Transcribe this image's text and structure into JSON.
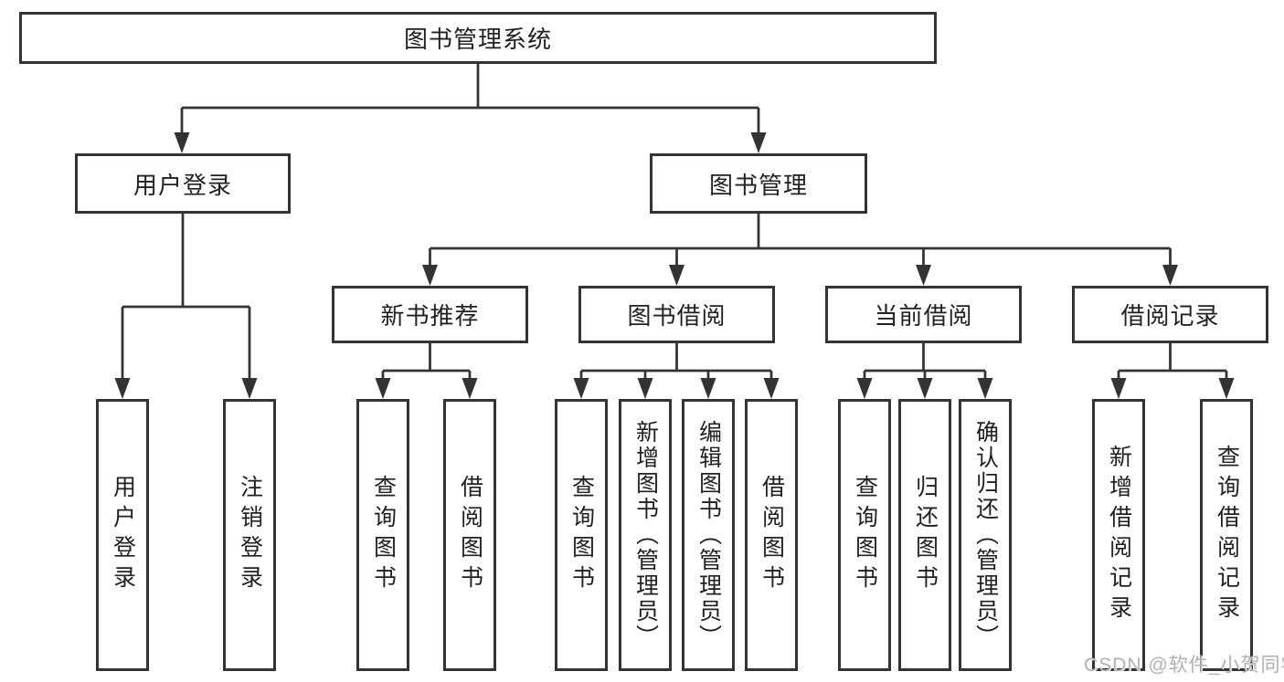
{
  "diagram_title": "图书管理系统",
  "tree": {
    "root": {
      "label": "图书管理系统",
      "children": [
        {
          "label": "用户登录",
          "children": [
            {
              "label": "用户登录"
            },
            {
              "label": "注销登录"
            }
          ]
        },
        {
          "label": "图书管理",
          "children": [
            {
              "label": "新书推荐",
              "children": [
                {
                  "label": "查询图书"
                },
                {
                  "label": "借阅图书"
                }
              ]
            },
            {
              "label": "图书借阅",
              "children": [
                {
                  "label": "查询图书"
                },
                {
                  "label": "新增图书（管理员）"
                },
                {
                  "label": "编辑图书（管理员）"
                },
                {
                  "label": "借阅图书"
                }
              ]
            },
            {
              "label": "当前借阅",
              "children": [
                {
                  "label": "查询图书"
                },
                {
                  "label": "归还图书"
                },
                {
                  "label": "确认归还（管理员）"
                }
              ]
            },
            {
              "label": "借阅记录",
              "children": [
                {
                  "label": "新增借阅记录"
                },
                {
                  "label": "查询借阅记录"
                }
              ]
            }
          ]
        }
      ]
    }
  },
  "watermark": {
    "text": "CSDN @软件_小贺同学"
  },
  "colors": {
    "line": "#333333",
    "text": "#212121",
    "box_background": "#ffffff",
    "page_background": "#ffffff",
    "watermark": "#b4b4b4"
  }
}
